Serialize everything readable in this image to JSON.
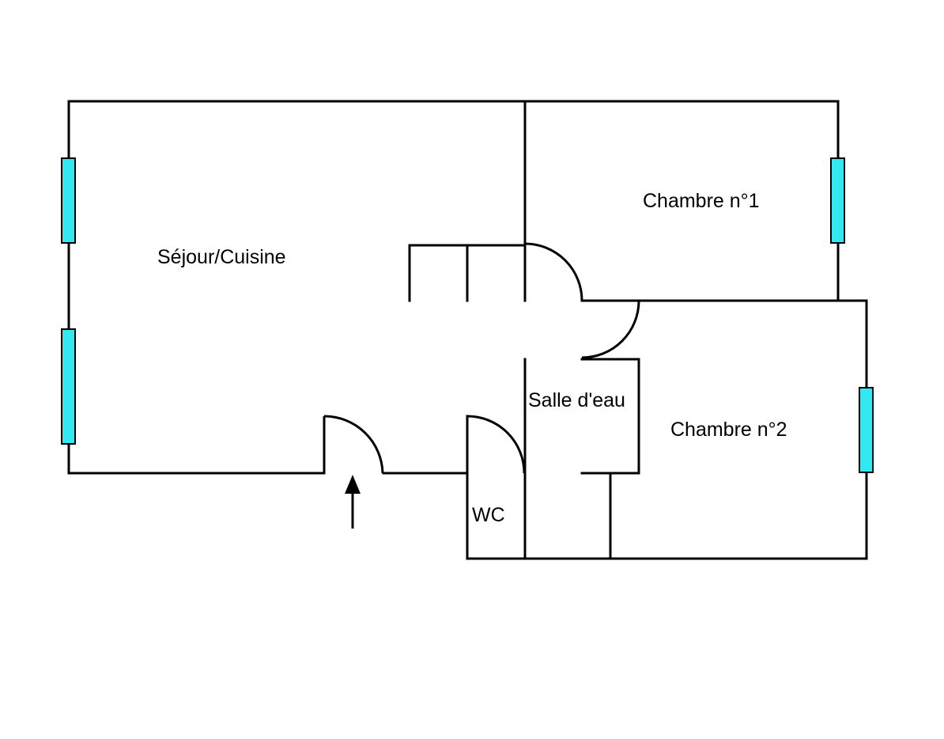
{
  "plan": {
    "rooms": [
      {
        "id": "sejour-cuisine",
        "label": "Séjour/Cuisine"
      },
      {
        "id": "chambre-1",
        "label": "Chambre n°1"
      },
      {
        "id": "salle-eau",
        "label": "Salle d'eau"
      },
      {
        "id": "chambre-2",
        "label": "Chambre n°2"
      },
      {
        "id": "wc",
        "label": "WC"
      }
    ],
    "colors": {
      "wall": "#000000",
      "window": "#33e8f0",
      "background": "#ffffff"
    }
  }
}
